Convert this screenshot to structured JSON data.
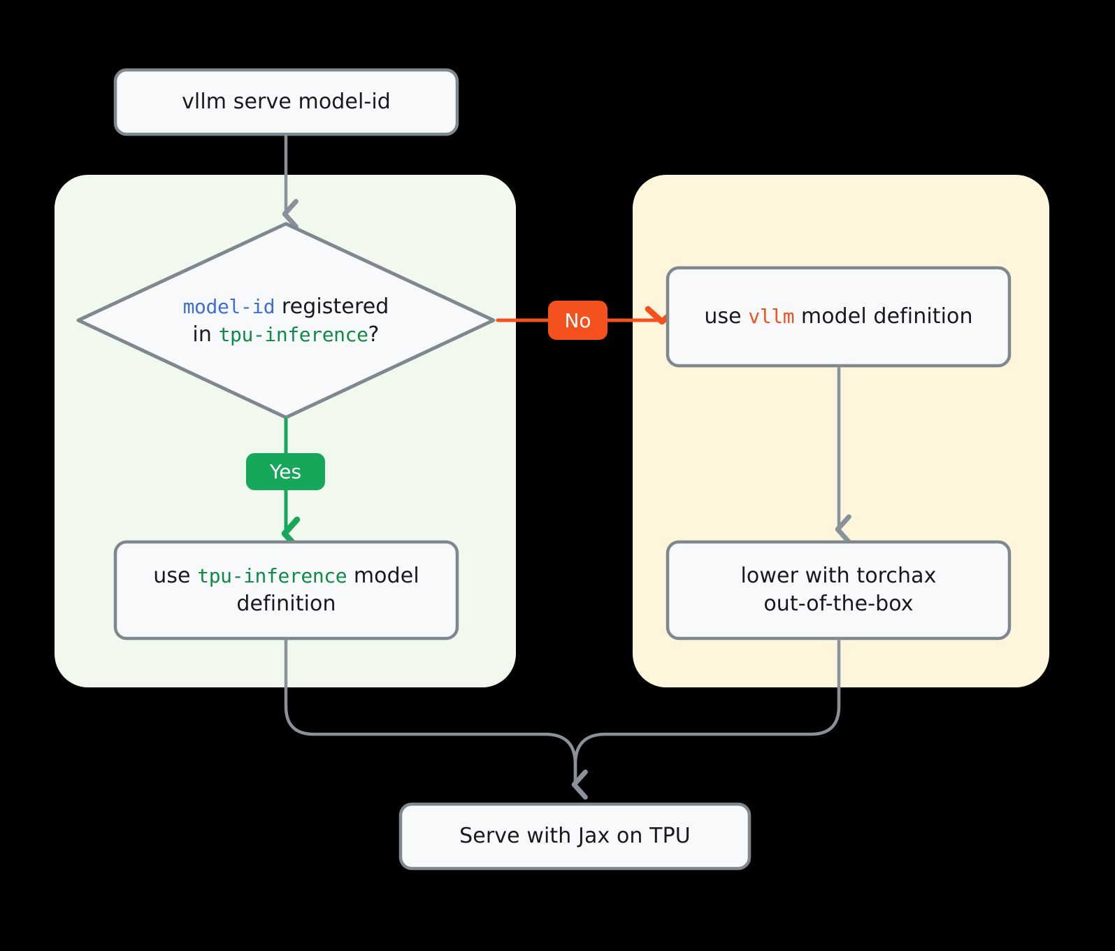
{
  "diagram": {
    "title": "vllm serve model-id TPU routing flowchart",
    "background_color": "#000000",
    "node_fill": "#f8f9fa",
    "node_stroke": "#7f878f",
    "arrow_color": "#8a9199",
    "colors": {
      "green_panel": "#f1f9ef",
      "yellow_panel": "#fdf6dd",
      "yes_badge": "#16a75a",
      "no_badge": "#f4511e",
      "blue_code": "#3d6fd6",
      "green_code": "#108a47",
      "orange_code": "#f4511e",
      "text": "#17191c"
    }
  },
  "nodes": {
    "start": {
      "label": "vllm serve model-id",
      "shape": "rounded-rect"
    },
    "decision": {
      "shape": "diamond",
      "line1_code": "model-id",
      "line1_rest": " registered",
      "line2_prefix": "in ",
      "line2_code": "tpu-inference",
      "line2_suffix": "?",
      "plain_text": "model-id registered in tpu-inference?"
    },
    "tpu_inference_model": {
      "shape": "rounded-rect",
      "prefix": "use ",
      "code": "tpu-inference",
      "suffix": " model",
      "line2": "definition",
      "plain_text": "use tpu-inference model definition"
    },
    "vllm_model": {
      "shape": "rounded-rect",
      "prefix": "use ",
      "code": "vllm",
      "suffix": " model definition",
      "plain_text": "use vllm model definition"
    },
    "torchax": {
      "shape": "rounded-rect",
      "line1": "lower with torchax",
      "line2": "out-of-the-box",
      "plain_text": "lower with torchax out-of-the-box"
    },
    "end": {
      "label": "Serve with Jax on TPU",
      "shape": "rounded-rect"
    }
  },
  "edge_labels": {
    "yes": "Yes",
    "no": "No"
  }
}
